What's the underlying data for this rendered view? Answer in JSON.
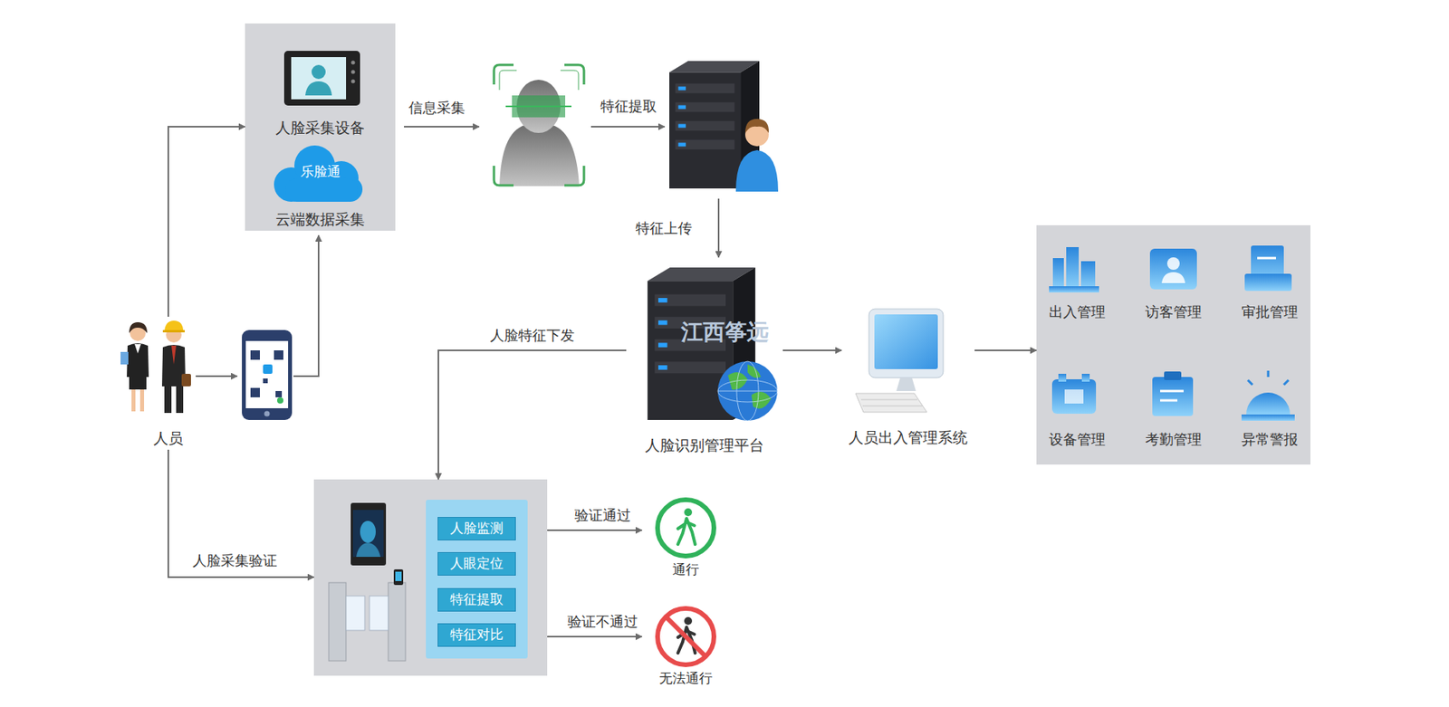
{
  "diagram": {
    "nodes": [
      {
        "text": []
      },
      {
        "text": [
          "人脸采集设备"
        ],
        "in": 0
      },
      {
        "text": [
          "乐脸通",
          "云端数据采集"
        ],
        "in": 0
      },
      {
        "text": [
          "人脸识别管理平台"
        ]
      },
      {
        "text": [
          "人员出入管理系统"
        ]
      },
      {
        "text": []
      },
      {
        "text": [
          "出入管理"
        ],
        "in": 5
      },
      {
        "text": [
          "访客管理"
        ],
        "in": 5
      },
      {
        "text": [
          "审批管理"
        ],
        "in": 5
      },
      {
        "text": [
          "设备管理"
        ],
        "in": 5
      },
      {
        "text": [
          "考勤管理"
        ],
        "in": 5
      },
      {
        "text": [
          "异常警报"
        ],
        "in": 5
      },
      {
        "text": [
          "人员"
        ]
      },
      {
        "text": []
      },
      {
        "text": [
          "人脸监测"
        ],
        "in": 13
      },
      {
        "text": [
          "人眼定位"
        ],
        "in": 13
      },
      {
        "text": [
          "特征提取"
        ],
        "in": 13
      },
      {
        "text": [
          "特征对比"
        ],
        "in": 13
      },
      {
        "text": [
          "通行"
        ]
      },
      {
        "text": [
          "无法通行"
        ]
      }
    ],
    "edges": [
      {
        "from": 12,
        "to": 0,
        "arrow": "to"
      },
      {
        "from": 12,
        "to": 13,
        "label": "人脸采集验证",
        "arrow": "to"
      },
      {
        "from": 3,
        "to": 13,
        "label": "人脸特征下发",
        "arrow": "to"
      },
      {
        "from": 3,
        "to": 4,
        "arrow": "to"
      },
      {
        "from": 4,
        "to": 5,
        "arrow": "to"
      },
      {
        "from": 13,
        "to": 18,
        "label": "验证通过",
        "arrow": "to"
      },
      {
        "from": 13,
        "to": 19,
        "label": "验证不通过",
        "arrow": "to"
      }
    ],
    "labels": [
      "信息采集",
      "特征提取",
      "特征上传",
      "江西筝远"
    ]
  }
}
